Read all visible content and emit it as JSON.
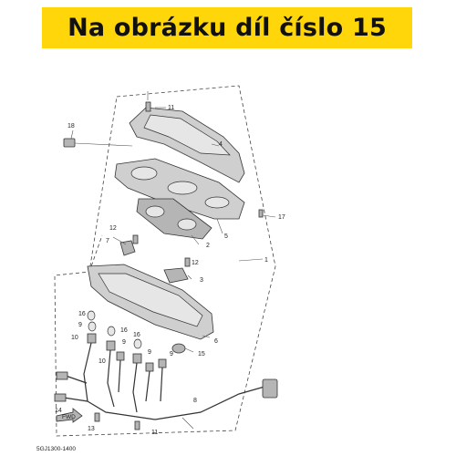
{
  "banner": {
    "text": "Na obrázku díl číslo 15"
  },
  "diagram": {
    "code": "5GJ1300-1400",
    "fwd": "FWD",
    "callouts": [
      {
        "id": "c1",
        "label": "1"
      },
      {
        "id": "c2",
        "label": "2"
      },
      {
        "id": "c3",
        "label": "3"
      },
      {
        "id": "c4",
        "label": "4"
      },
      {
        "id": "c5",
        "label": "5"
      },
      {
        "id": "c6",
        "label": "6"
      },
      {
        "id": "c7",
        "label": "7"
      },
      {
        "id": "c8",
        "label": "8"
      },
      {
        "id": "c9a",
        "label": "9"
      },
      {
        "id": "c9b",
        "label": "9"
      },
      {
        "id": "c9c",
        "label": "9"
      },
      {
        "id": "c9d",
        "label": "9"
      },
      {
        "id": "c10a",
        "label": "10"
      },
      {
        "id": "c10b",
        "label": "10"
      },
      {
        "id": "c11a",
        "label": "11"
      },
      {
        "id": "c11b",
        "label": "11"
      },
      {
        "id": "c12a",
        "label": "12"
      },
      {
        "id": "c12b",
        "label": "12"
      },
      {
        "id": "c13",
        "label": "13"
      },
      {
        "id": "c14",
        "label": "14"
      },
      {
        "id": "c15",
        "label": "15"
      },
      {
        "id": "c16a",
        "label": "16"
      },
      {
        "id": "c16b",
        "label": "16"
      },
      {
        "id": "c16c",
        "label": "16"
      },
      {
        "id": "c17",
        "label": "17"
      },
      {
        "id": "c18",
        "label": "18"
      }
    ]
  }
}
